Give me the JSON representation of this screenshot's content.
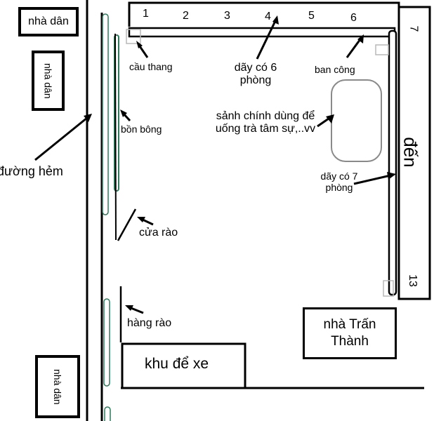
{
  "houses": {
    "left_top": "nhà dân",
    "left_mid": "nhà dân",
    "left_bottom": "nhà dân",
    "tran_thanh": "nhà Trấn Thành"
  },
  "room_numbers": {
    "top_row": [
      "1",
      "2",
      "3",
      "4",
      "5",
      "6"
    ],
    "right_top": "7",
    "right_bottom": "13"
  },
  "labels": {
    "stairs": "cầu thang",
    "top_rooms": "dãy có 6 phòng",
    "balcony": "ban công",
    "lobby": "sảnh chính dùng để uống trà tâm sự,..vv",
    "flower_bed": "bồn bông",
    "alley": "đường hẻm",
    "right_rooms": "dãy có 7 phòng",
    "gate": "cửa rào",
    "fence": "hàng rào",
    "parking": "khu để xe",
    "inn": "đến"
  },
  "colors": {
    "line": "#000000",
    "flower_bed": "#2f7a5a",
    "stair_box": "#b8b8b8",
    "lobby_box": "#8a8a8a"
  }
}
